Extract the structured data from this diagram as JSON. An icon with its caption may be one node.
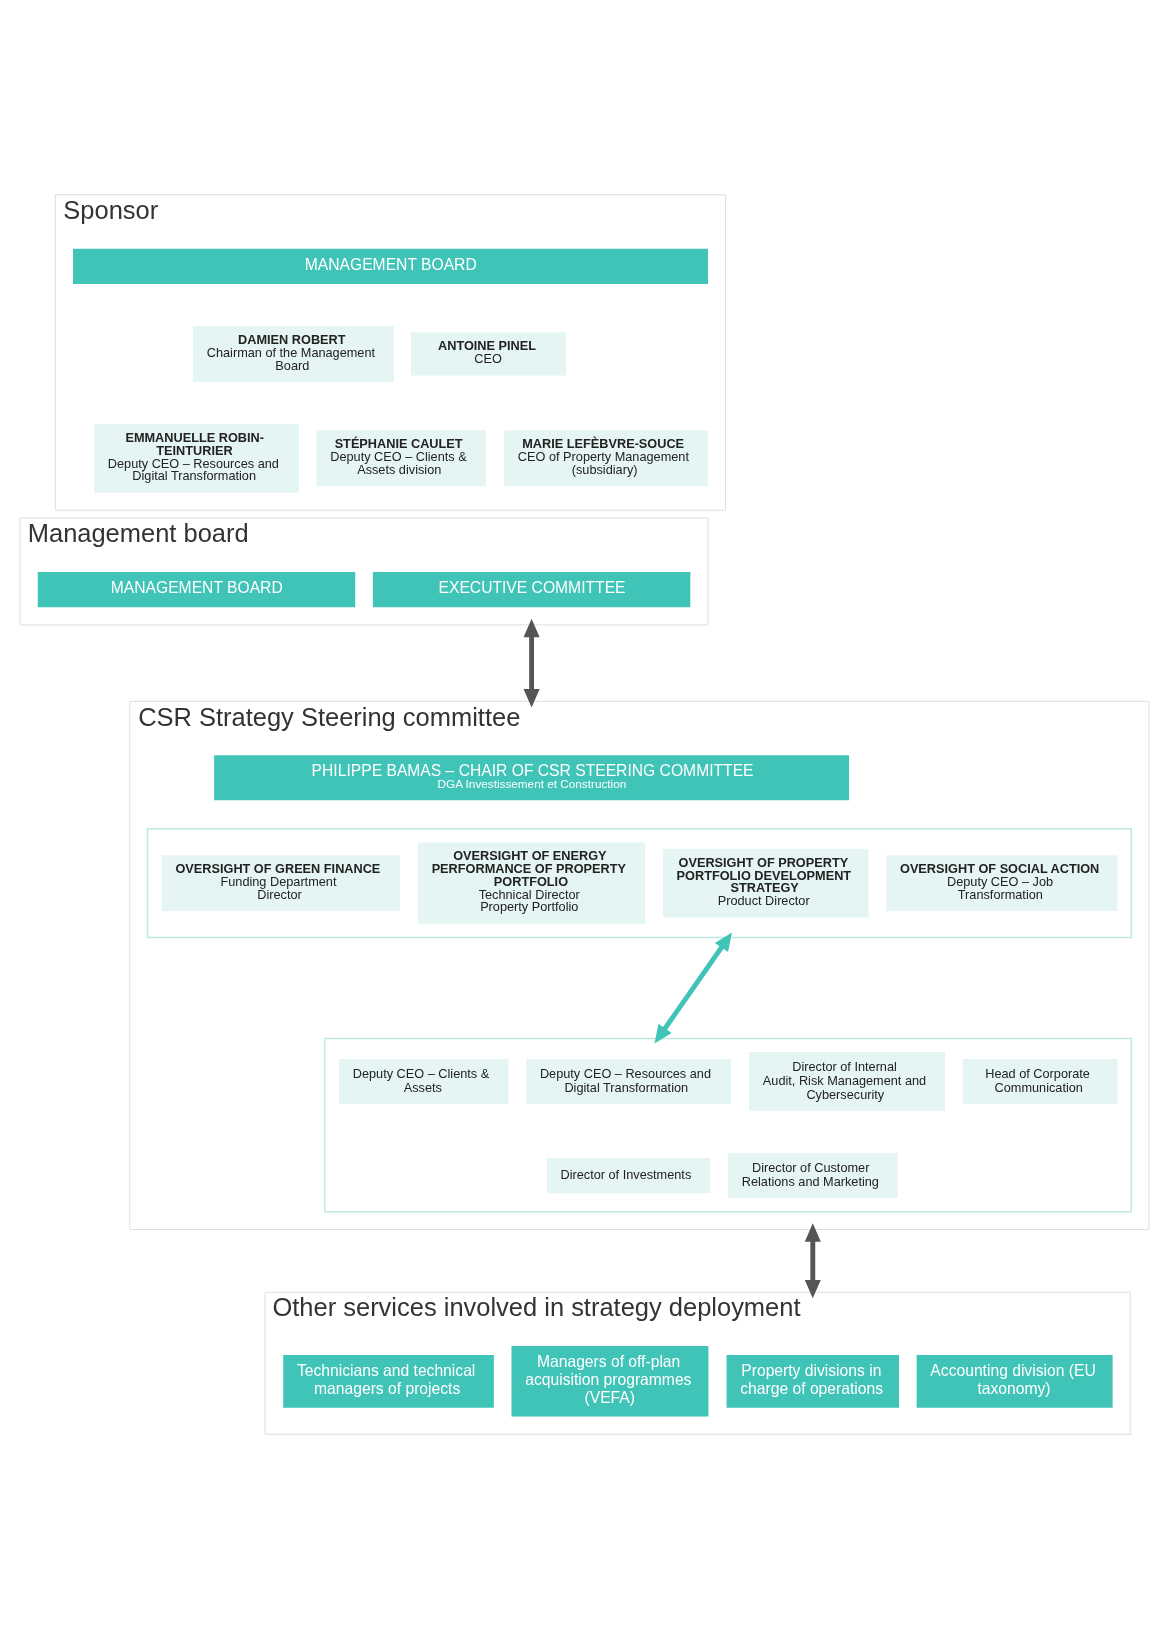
{
  "diagram": {
    "nodes": [
      {
        "text": [
          "Sponsor"
        ]
      },
      {
        "text": [
          "MANAGEMENT BOARD"
        ],
        "in": 0
      },
      {
        "text": [
          "DAMIEN ROBERT",
          "Chairman of the Management Board"
        ],
        "in": 0
      },
      {
        "text": [
          "ANTOINE PINEL",
          "CEO"
        ],
        "in": 0
      },
      {
        "text": [
          "EMMANUELLE ROBIN-TEINTURIER",
          "Deputy CEO – Resources and Digital Transformation"
        ],
        "in": 0
      },
      {
        "text": [
          "STÉPHANIE CAULET",
          "Deputy CEO – Clients & Assets division"
        ],
        "in": 0
      },
      {
        "text": [
          "MARIE LEFÈBVRE-SOUCE",
          "CEO of Property Management (subsidiary)"
        ],
        "in": 0
      },
      {
        "text": [
          "Management board"
        ]
      },
      {
        "text": [
          "MANAGEMENT BOARD"
        ],
        "in": 7
      },
      {
        "text": [
          "EXECUTIVE COMMITTEE"
        ],
        "in": 7
      },
      {
        "text": [
          "CSR Strategy Steering committee"
        ]
      },
      {
        "text": [
          "PHILIPPE BAMAS – CHAIR OF CSR STEERING COMMITTEE",
          "DGA Investissement et Construction"
        ],
        "in": 10
      },
      {
        "text": [],
        "shape": "box",
        "in": 10
      },
      {
        "text": [
          "OVERSIGHT OF GREEN FINANCE",
          "Funding Department Director"
        ],
        "in": 12
      },
      {
        "text": [
          "OVERSIGHT OF ENERGY PERFORMANCE OF PROPERTY PORTFOLIO",
          "Technical Director Property Portfolio"
        ],
        "in": 12
      },
      {
        "text": [
          "OVERSIGHT OF PROPERTY PORTFOLIO DEVELOPMENT STRATEGY",
          "Product Director"
        ],
        "in": 12
      },
      {
        "text": [
          "OVERSIGHT OF SOCIAL ACTION",
          "Deputy CEO – Job Transformation"
        ],
        "in": 12
      },
      {
        "text": [],
        "shape": "box",
        "in": 10
      },
      {
        "text": [
          "Deputy CEO – Clients & Assets"
        ],
        "in": 17
      },
      {
        "text": [
          "Deputy CEO – Resources and Digital Transformation"
        ],
        "in": 17
      },
      {
        "text": [
          "Director of Internal Audit, Risk Management and Cybersecurity"
        ],
        "in": 17
      },
      {
        "text": [
          "Head of Corporate Communication"
        ],
        "in": 17
      },
      {
        "text": [
          "Director of Investments"
        ],
        "in": 17
      },
      {
        "text": [
          "Director of Customer Relations and Marketing"
        ],
        "in": 17
      },
      {
        "text": [
          "Other services involved in strategy deployment"
        ]
      },
      {
        "text": [
          "Technicians and technical managers of projects"
        ],
        "in": 24
      },
      {
        "text": [
          "Managers of off-plan acquisition programmes (VEFA)"
        ],
        "in": 24
      },
      {
        "text": [
          "Property divisions in charge of operations"
        ],
        "in": 24
      },
      {
        "text": [
          "Accounting division (EU taxonomy)"
        ],
        "in": 24
      }
    ],
    "edges": [
      {
        "from": 7,
        "to": 10,
        "arrow": "both"
      },
      {
        "from": 12,
        "to": 17,
        "arrow": "both",
        "color": "#40c4b8"
      },
      {
        "from": 10,
        "to": 24,
        "arrow": "both"
      }
    ]
  }
}
